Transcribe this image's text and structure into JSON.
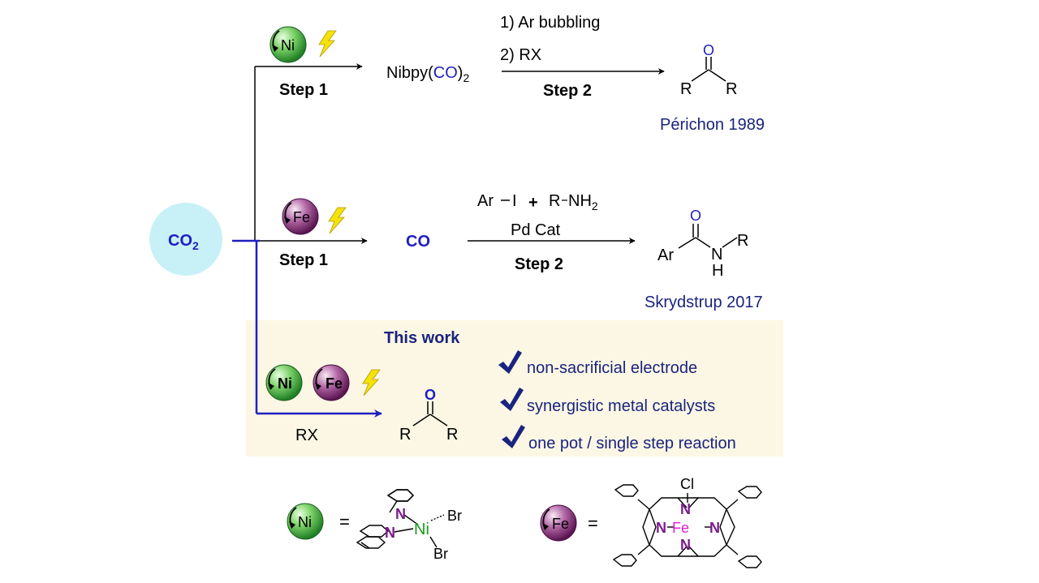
{
  "colors": {
    "blue": "#1f1fbf",
    "navy": "#1a237e",
    "co2_circle": "#c8f1f7",
    "this_work_box": "#fbf7e4",
    "ni_sphere": "#3cae3a",
    "fe_sphere": "#8b2f7e",
    "bolt": "#f4e20a",
    "n_atom": "#7a1b8a",
    "fe_atom": "#e020d0",
    "ni_atom": "#1a9a1a"
  },
  "icons": [
    "lightning-bolt-icon",
    "redox-cycle-arrow-icon",
    "checkmark-icon",
    "reaction-arrow-icon"
  ],
  "start": {
    "sub_co": "CO",
    "sub_2": "2"
  },
  "route1": {
    "catalyst": "Ni",
    "step1": "Step 1",
    "intermediate_a": "Nibpy(",
    "intermediate_b": "CO",
    "intermediate_c": ")",
    "intermediate_sub": "2",
    "cond1": "1) Ar bubbling",
    "cond2": "2) RX",
    "step2": "Step 2",
    "product": {
      "o": "O",
      "r1": "R",
      "r2": "R"
    },
    "citation": "Périchon 1989"
  },
  "route2": {
    "catalyst": "Fe",
    "step1": "Step 1",
    "intermediate": "CO",
    "cond_ar": "Ar",
    "cond_i": "I",
    "cond_plus": "+",
    "cond_r": "R",
    "cond_nh": "NH",
    "cond_nh_sub": "2",
    "cond_pd": "Pd Cat",
    "step2": "Step 2",
    "product": {
      "o": "O",
      "ar": "Ar",
      "n": "N",
      "r": "R",
      "h": "H"
    },
    "citation": "Skrydstrup 2017"
  },
  "this_work": {
    "title": "This work",
    "catalyst_ni": "Ni",
    "catalyst_fe": "Fe",
    "reagent": "RX",
    "product": {
      "o": "O",
      "r1": "R",
      "r2": "R"
    },
    "benefits": [
      "non-sacrificial electrode",
      "synergistic metal catalysts",
      "one pot / single step reaction"
    ]
  },
  "legend": {
    "ni": {
      "label": "Ni",
      "eq": "=",
      "n1": "N",
      "n2": "N",
      "metal": "Ni",
      "br1": "Br",
      "br2": "Br"
    },
    "fe": {
      "label": "Fe",
      "eq": "=",
      "cl": "Cl",
      "metal": "Fe",
      "n_top": "N",
      "n_left": "N",
      "n_right": "N",
      "n_bottom": "N"
    }
  }
}
